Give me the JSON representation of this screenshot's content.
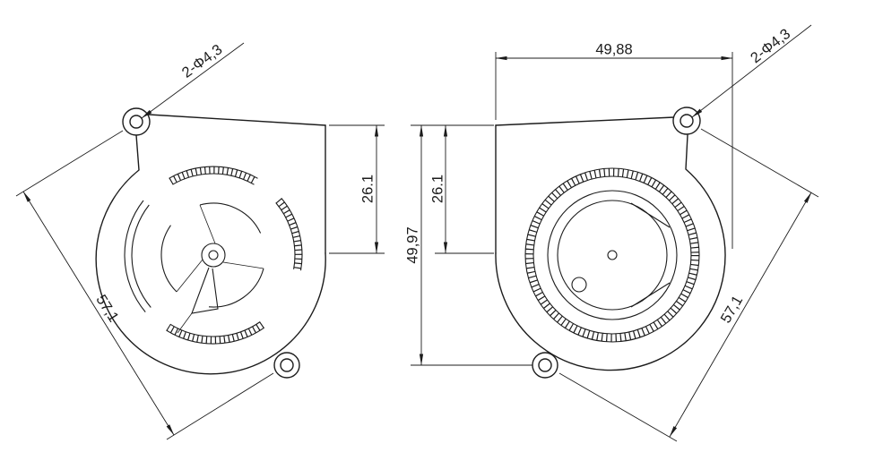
{
  "drawing": {
    "views": {
      "left": {
        "hole_note": "2-Φ4,3",
        "outlet_height": "26.1",
        "mount_diagonal": "57,1"
      },
      "right": {
        "overall_width": "49,88",
        "overall_height": "49,97",
        "inlet_center": "26.1",
        "mount_diagonal": "57,1",
        "hole_note": "2-Φ4,3"
      }
    },
    "colors": {
      "line": "#1c1c1c",
      "background": "#ffffff"
    }
  }
}
